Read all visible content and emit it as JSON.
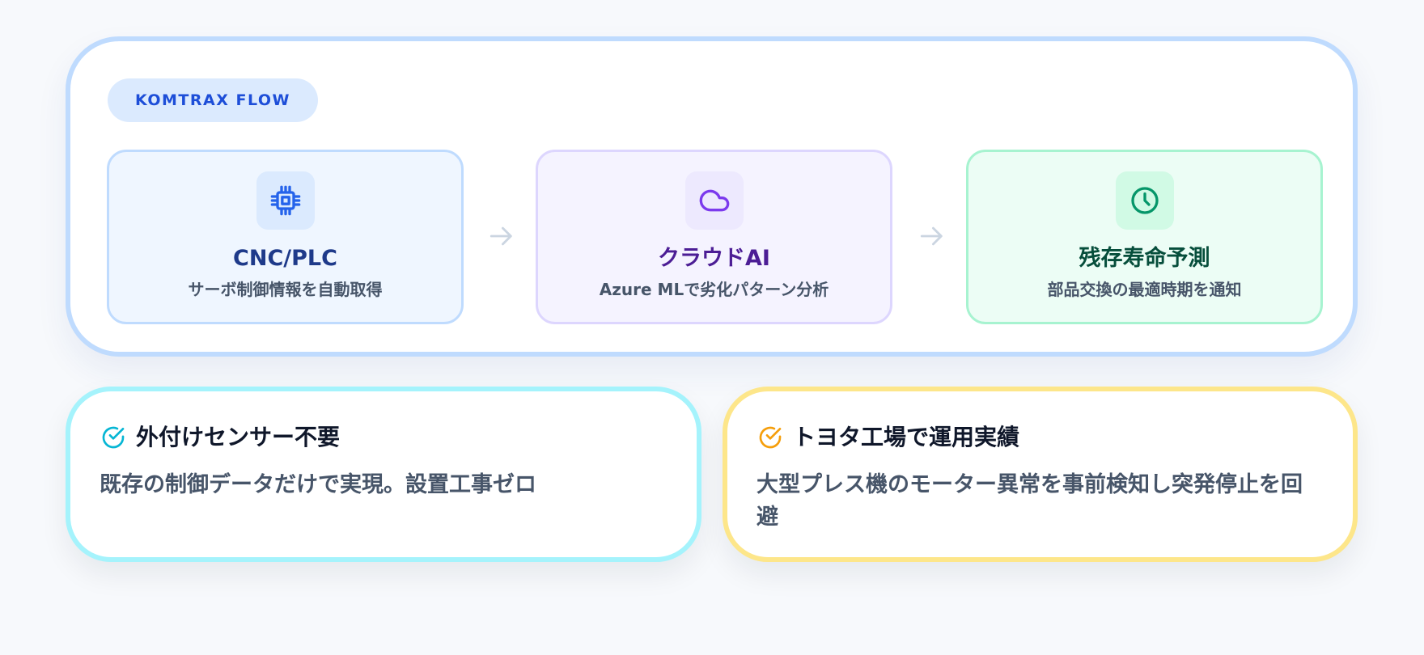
{
  "flow": {
    "badge": "KOMTRAX FLOW",
    "steps": [
      {
        "icon": "cpu-chip-icon",
        "title": "CNC/PLC",
        "description": "サーボ制御情報を自動取得",
        "accent": "#2563eb"
      },
      {
        "icon": "cloud-icon",
        "title": "クラウドAI",
        "description": "Azure MLで劣化パターン分析",
        "accent": "#7c3aed"
      },
      {
        "icon": "clock-icon",
        "title": "残存寿命予測",
        "description": "部品交換の最適時期を通知",
        "accent": "#059669"
      }
    ],
    "connector_icon": "arrow-right-icon"
  },
  "features": [
    {
      "icon": "check-circle-icon",
      "title": "外付けセンサー不要",
      "body": "既存の制御データだけで実現。設置工事ゼロ",
      "accent": "#06b6d4"
    },
    {
      "icon": "check-circle-icon",
      "title": "トヨタ工場で運用実績",
      "body": "大型プレス機のモーター異常を事前検知し突発停止を回避",
      "accent": "#f59e0b"
    }
  ]
}
